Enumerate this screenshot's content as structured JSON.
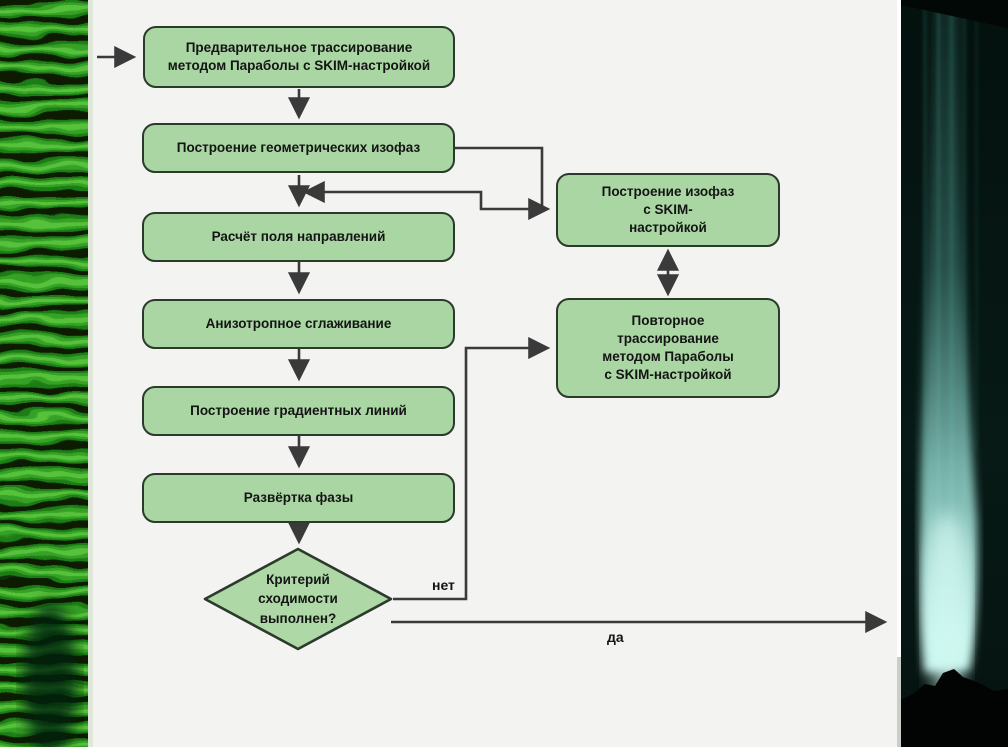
{
  "colors": {
    "canvas_bg": "#f3f3f1",
    "box_fill": "#a9d6a3",
    "box_border": "#2c3a2b",
    "connector": "#3a3a3a",
    "fringe_green": "#36a226",
    "plume_cyan": "#b9f1ea"
  },
  "flowchart": {
    "boxes": [
      {
        "label": "Предварительное трассирование\nметодом Параболы с SKIM-настройкой"
      },
      {
        "label": "Построение геометрических изофаз"
      },
      {
        "label": "Расчёт поля направлений"
      },
      {
        "label": "Анизотропное сглаживание"
      },
      {
        "label": "Построение градиентных линий"
      },
      {
        "label": "Развёртка фазы"
      }
    ],
    "side_boxes": [
      {
        "label": "Построение изофаз\nс SKIM-\nнастройкой"
      },
      {
        "label": "Повторное\nтрассирование\nметодом Параболы\nс SKIM-настройкой"
      }
    ],
    "decision": {
      "label": "Критерий\nсходимости\nвыполнен?"
    },
    "edge_labels": {
      "no": "нет",
      "yes": "да"
    }
  }
}
